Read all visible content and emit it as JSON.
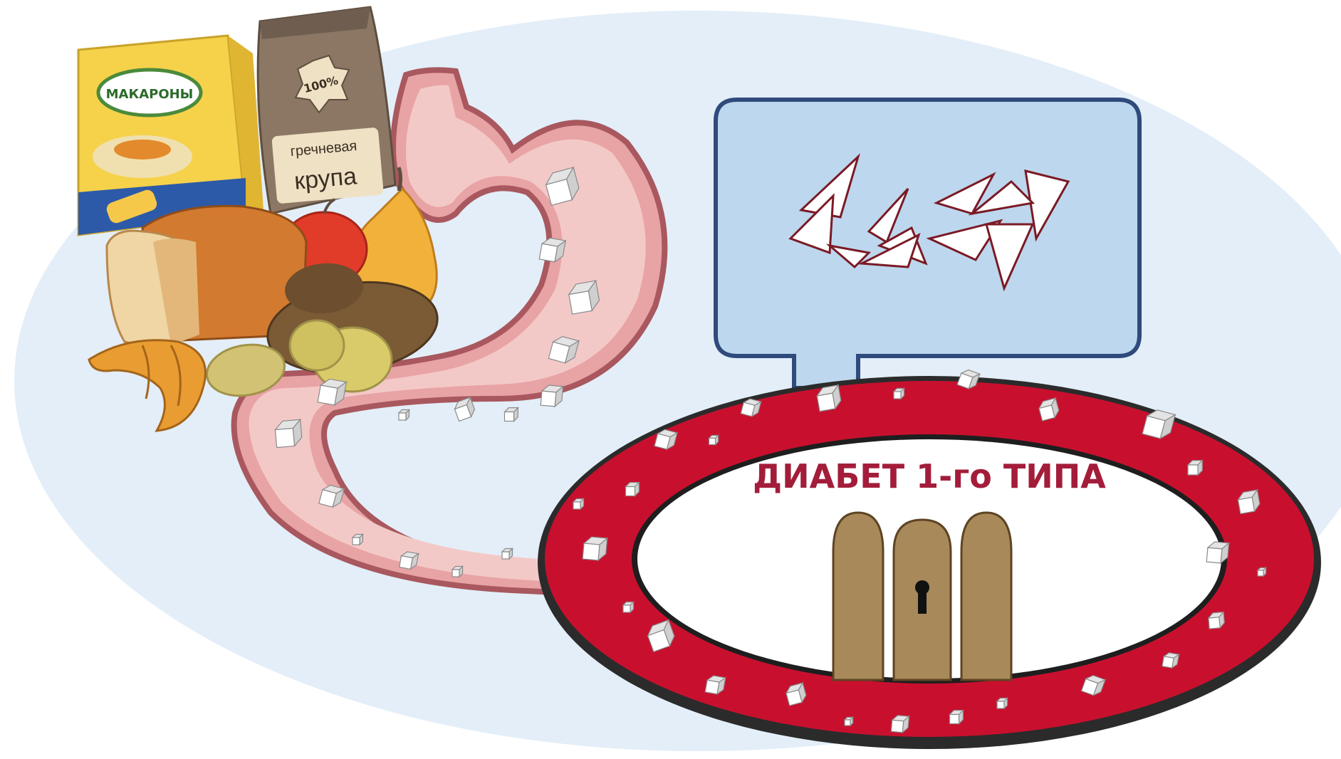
{
  "food": {
    "pasta_label": "МАКАРОНЫ",
    "buckwheat_percent": "100%",
    "buckwheat_line1": "гречневая",
    "buckwheat_line2": "крупа"
  },
  "pancreas": {
    "title": "ДИАБЕТ 1-го ТИПА"
  },
  "colors": {
    "background_ellipse": "#e3eef8",
    "stomach": "#e8a3a5",
    "stomach_inner": "#f3c9c7",
    "ring_red": "#c8102e",
    "bubble_fill": "#bdd7ee",
    "bubble_stroke": "#2f4b7c",
    "title_color": "#a31d3a",
    "door": "#a8895a"
  }
}
